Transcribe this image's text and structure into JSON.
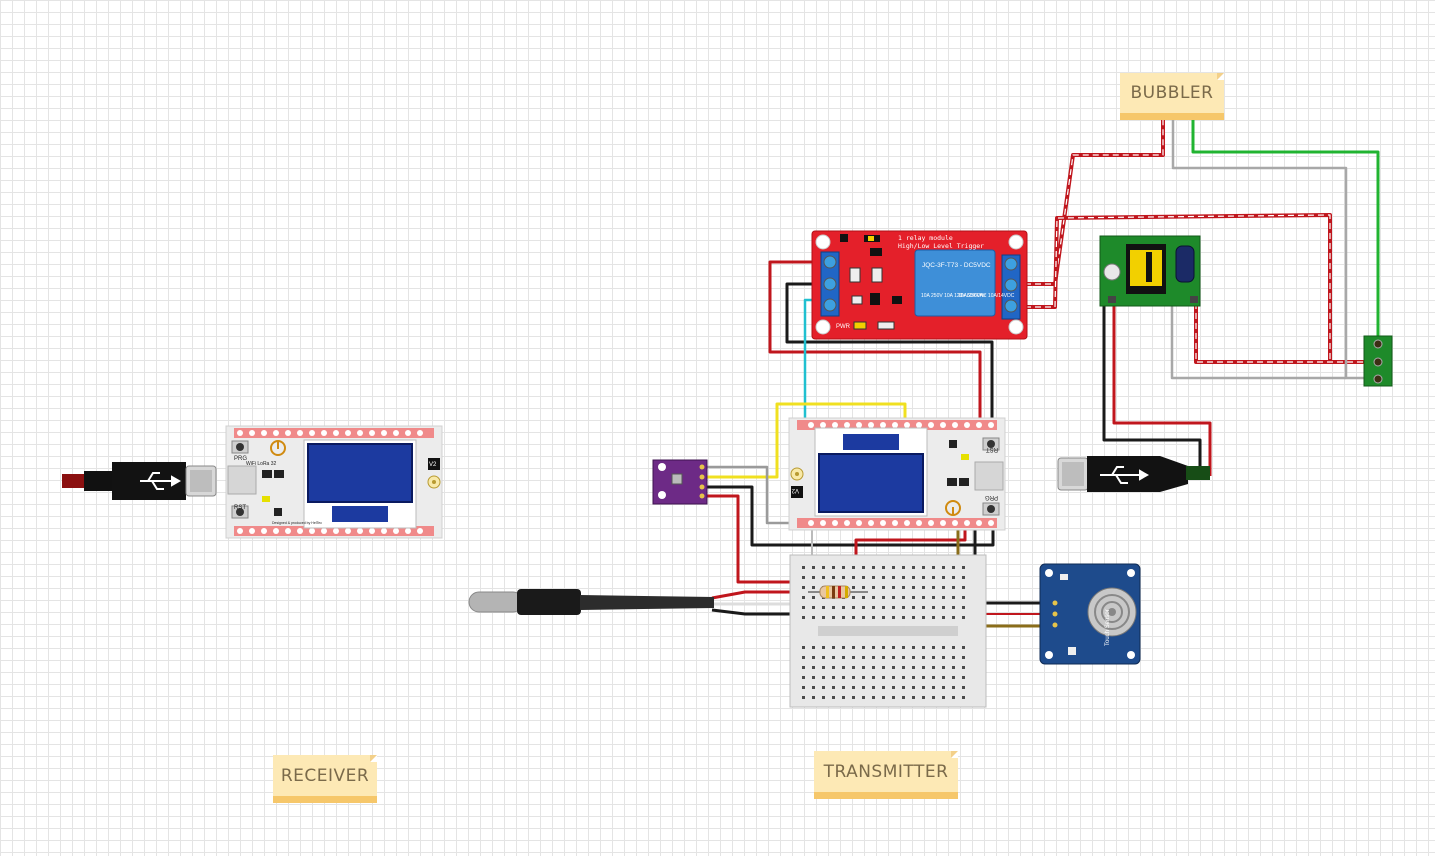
{
  "notes": {
    "bubbler": "BUBBLER",
    "receiver": "RECEIVER",
    "transmitter": "TRANSMITTER"
  },
  "relay": {
    "title1": "1 relay module",
    "title2": "High/Low Level Trigger",
    "model": "JQC-3F-T73 - DC5VDC",
    "rating1": "10A 250V\n10A 120V\n50/60Hz",
    "rating2": "10A/250VAC\n10A/14VDC",
    "pwr": "PWR"
  },
  "board": {
    "v2": "V2",
    "prg": "PRG",
    "rst": "RST",
    "wifi": "WiFi  LoRa 32",
    "credit": "Designed & produced by HelTec"
  },
  "touch": {
    "label": "Touch Sensor"
  },
  "colors": {
    "wire_red": "#c0161d",
    "wire_black": "#1a1a1a",
    "wire_yellow": "#f0e020",
    "wire_cyan": "#20c0d0",
    "wire_green": "#21b431",
    "wire_gray": "#9a9a9a",
    "wire_brown": "#8a6d1a",
    "relay_red": "#e4202a",
    "oled_blue": "#1c3aa0",
    "touch_blue": "#1e4b8c",
    "psu_green": "#1e8a2a",
    "bme_purple": "#6d2a86"
  }
}
